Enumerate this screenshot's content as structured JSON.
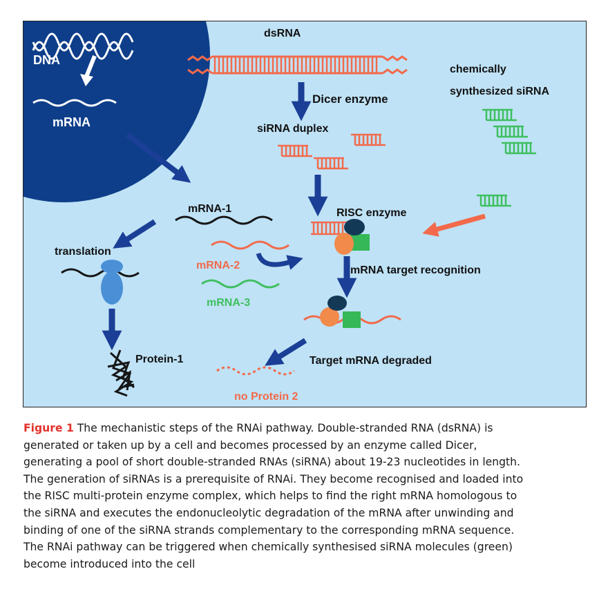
{
  "diagram": {
    "labels": {
      "dna": "DNA",
      "mrna": "mRNA",
      "dsrna": "dsRNA",
      "dicer": "Dicer enzyme",
      "sirna_duplex": "siRNA duplex",
      "chem1": "chemically",
      "chem2": "synthesized siRNA",
      "mrna1": "mRNA-1",
      "translation": "translation",
      "risc": "RISC enzyme",
      "mrna2": "mRNA-2",
      "recognition": "mRNA target recognition",
      "mrna3": "mRNA-3",
      "protein1": "Protein-1",
      "degraded": "Target mRNA degraded",
      "noprotein": "no Protein 2"
    },
    "colors": {
      "cell": "#bfe2f6",
      "nucleus": "#0e3e8a",
      "arrow": "#1b3f96",
      "red": "#f26a4b",
      "green": "#3fbf5f",
      "dark": "#161616",
      "risc_dark": "#123a57",
      "risc_orange": "#f28a4a",
      "risc_green": "#35b857",
      "ribosome": "#4a90d6"
    }
  },
  "caption": {
    "figure_label": "Figure 1",
    "lines": [
      " The mechanistic steps of the RNAi pathway. Double-stranded RNA (dsRNA) is",
      "generated or taken up by a cell and becomes processed by an enzyme called Dicer,",
      "generating a pool of short double-stranded RNAs (siRNA) about 19-23 nucleotides in length.",
      "The generation of siRNAs is a prerequisite of RNAi. They become recognised and loaded into",
      "the RISC multi-protein enzyme complex, which helps to find the right mRNA homologous to",
      "the siRNA and executes the endonucleolytic degradation of the mRNA after unwinding and",
      "binding of one of the siRNA strands complementary to the corresponding mRNA sequence.",
      "The RNAi pathway can be triggered when chemically synthesised siRNA molecules (green)",
      "become introduced into the cell"
    ]
  }
}
